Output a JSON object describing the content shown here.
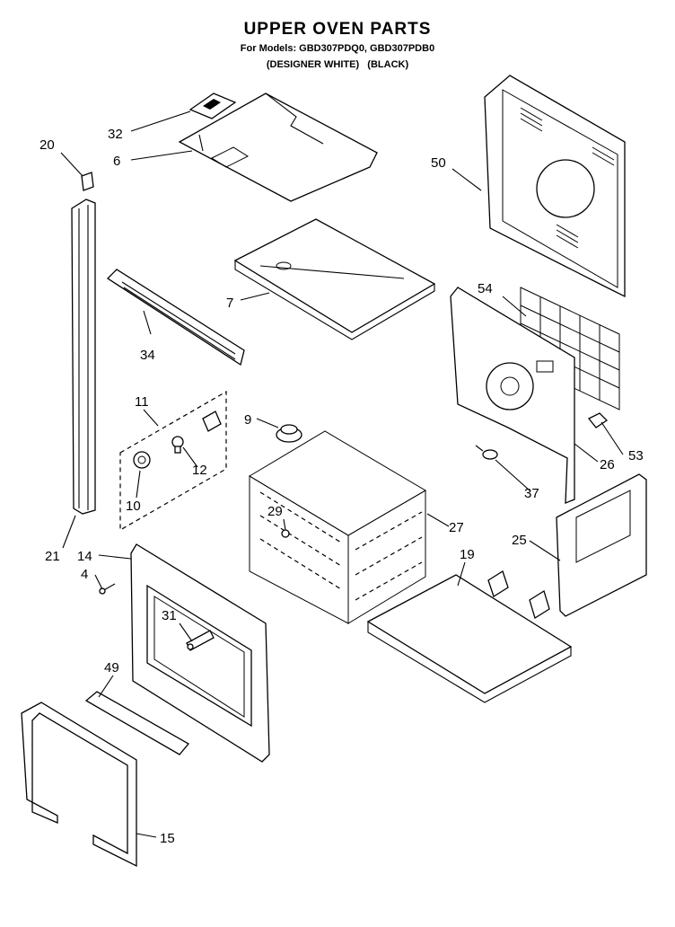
{
  "header": {
    "title": "UPPER OVEN PARTS",
    "models": "For Models: GBD307PDQ0, GBD307PDB0",
    "variants": "(DESIGNER WHITE)   (BLACK)"
  },
  "callouts": {
    "p32": "32",
    "p6": "6",
    "p20": "20",
    "p50": "50",
    "p7": "7",
    "p54": "54",
    "p34": "34",
    "p11": "11",
    "p9": "9",
    "p53": "53",
    "p12": "12",
    "p26": "26",
    "p10": "10",
    "p37": "37",
    "p29": "29",
    "p27": "27",
    "p21": "21",
    "p14": "14",
    "p19": "19",
    "p25": "25",
    "p4": "4",
    "p31": "31",
    "p49": "49",
    "p15": "15"
  }
}
